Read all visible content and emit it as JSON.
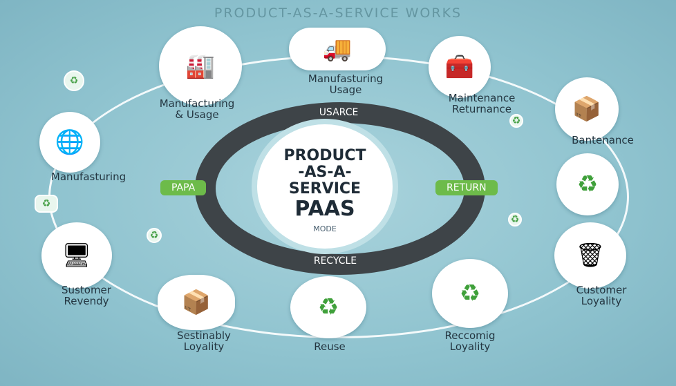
{
  "title": "PRODUCT-AS-A-SERVICE WORKS",
  "center": {
    "line1": "PRODUCT",
    "line2": "-AS-A-",
    "line3": "SERVICE",
    "line4": "PAAS",
    "line5": "MODE"
  },
  "ring_labels": {
    "top": "USARCE",
    "bottom": "RECYCLE",
    "left": "PAPA",
    "right": "RETURN"
  },
  "nodes": [
    {
      "label1": "Manufacturing",
      "label2": "& Usage",
      "icon": "factory-icon"
    },
    {
      "label1": "Manufasturing",
      "label2": "Usage",
      "icon": "truck-icon"
    },
    {
      "label1": "Maintenance",
      "label2": "Returnance",
      "icon": "maintenance-icon"
    },
    {
      "label1": "Bantenance",
      "icon": "box-icon"
    },
    {
      "label1": "Manufasturing",
      "icon": "globe-icon"
    },
    {
      "icon": "recycle-icon"
    },
    {
      "label1": "Sustomer",
      "label2": "Revendy",
      "icon": "screen-icon"
    },
    {
      "label1": "Sestinably",
      "label2": "Loyality",
      "icon": "boxes-icon"
    },
    {
      "label1": "Reuse",
      "icon": "recycle-icon"
    },
    {
      "label1": "Reccomig",
      "label2": "Loyality",
      "icon": "recycle-icon"
    },
    {
      "label1": "Customer",
      "label2": "Loyality",
      "icon": "appliance-icon"
    }
  ],
  "colors": {
    "ring": "#3e4448",
    "accent": "#6dbb4a",
    "background": "#8fc3cf"
  }
}
